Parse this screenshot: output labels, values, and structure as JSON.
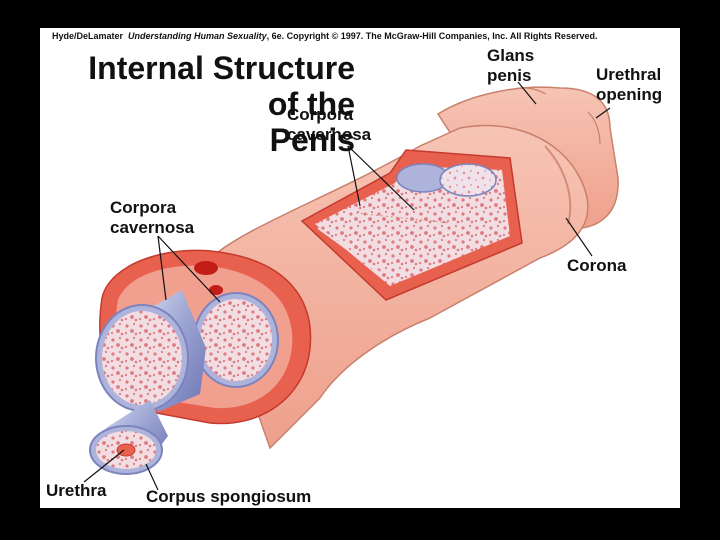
{
  "header": {
    "copyright_authors": "Hyde/DeLamater",
    "copyright_book": "Understanding Human Sexuality",
    "copyright_rest": ", 6e.  Copyright © 1997. The McGraw-Hill Companies, Inc. All Rights Reserved."
  },
  "title": {
    "line1": "Internal Structure",
    "line2": "of the",
    "line3": "Penis"
  },
  "labels": {
    "glans_penis": {
      "line1": "Glans",
      "line2": "penis"
    },
    "urethral_opening": {
      "line1": "Urethral",
      "line2": "opening"
    },
    "corpora_cavernosa_top": {
      "line1": "Corpora",
      "line2": "cavernosa"
    },
    "corpora_cavernosa_left": {
      "line1": "Corpora",
      "line2": "cavernosa"
    },
    "corona": "Corona",
    "urethra": "Urethra",
    "corpus_spongiosum": "Corpus spongiosum"
  },
  "colors": {
    "slide_border": "#000000",
    "background": "#ffffff",
    "skin": "#f4b3a2",
    "skin_shade": "#e99a87",
    "tissue": "#e8614f",
    "erectile_fill": "#f1dde2",
    "erectile_dots": "#e07a80",
    "sheath": "#9fa7d3",
    "sheath_dark": "#7b84bd"
  }
}
